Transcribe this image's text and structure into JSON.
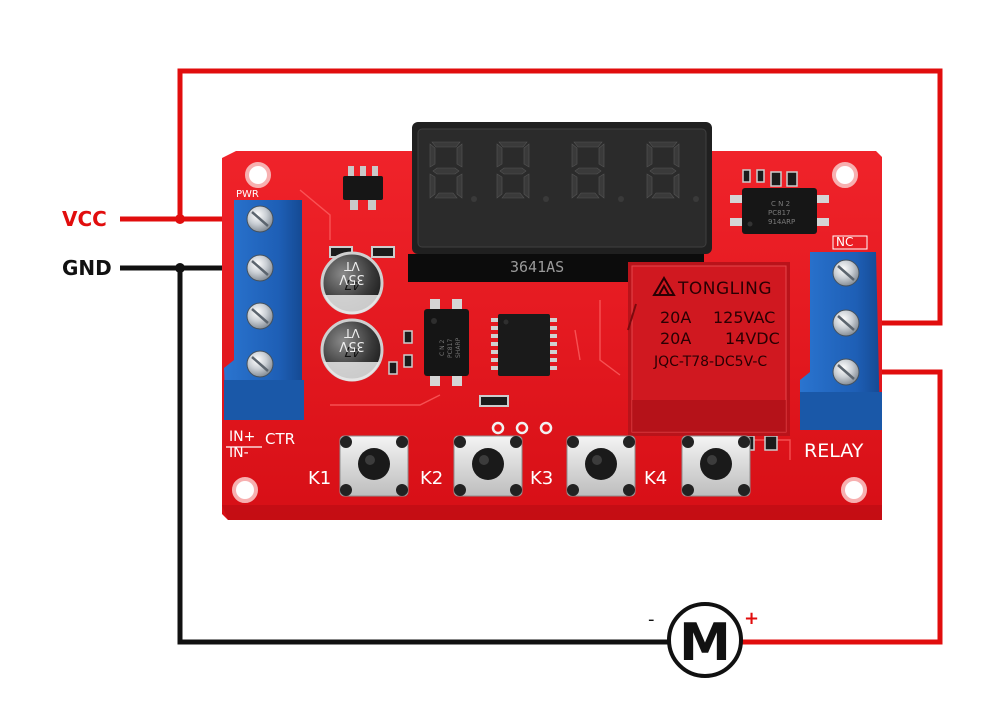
{
  "labels": {
    "vcc": "VCC",
    "gnd": "GND",
    "display_part": "3641AS",
    "k1": "K1",
    "k2": "K2",
    "k3": "K3",
    "k4": "K4",
    "relay": "RELAY",
    "nc": "NC",
    "pwr": "PWR",
    "in_plus": "IN+",
    "in_minus": "IN-",
    "ctr": "CTR",
    "motor": "M",
    "motor_minus": "-",
    "motor_plus": "+"
  },
  "relay_case": {
    "brand": "TONGLING",
    "line1_a": "20A",
    "line1_b": "125VAC",
    "line2_a": "20A",
    "line2_b": "14VDC",
    "model": "JQC-T78-DC5V-C"
  },
  "capacitors": [
    {
      "top": "47",
      "mid": "35V",
      "bot": "VT"
    },
    {
      "top": "47",
      "mid": "35V",
      "bot": "VT"
    }
  ],
  "optocouplers": [
    {
      "l1": "C N 2",
      "l2": "PC817",
      "l3": "914ARP"
    },
    {
      "l1": "C N 2",
      "l2": "PC817",
      "l3": "SHARP"
    }
  ],
  "colors": {
    "vcc_wire": "#e10d0d",
    "gnd_wire": "#111111",
    "pcb": "#e8161b",
    "terminal": "#1f62b8",
    "relay_case": "#c8141a",
    "display": "#1c1c1c"
  }
}
